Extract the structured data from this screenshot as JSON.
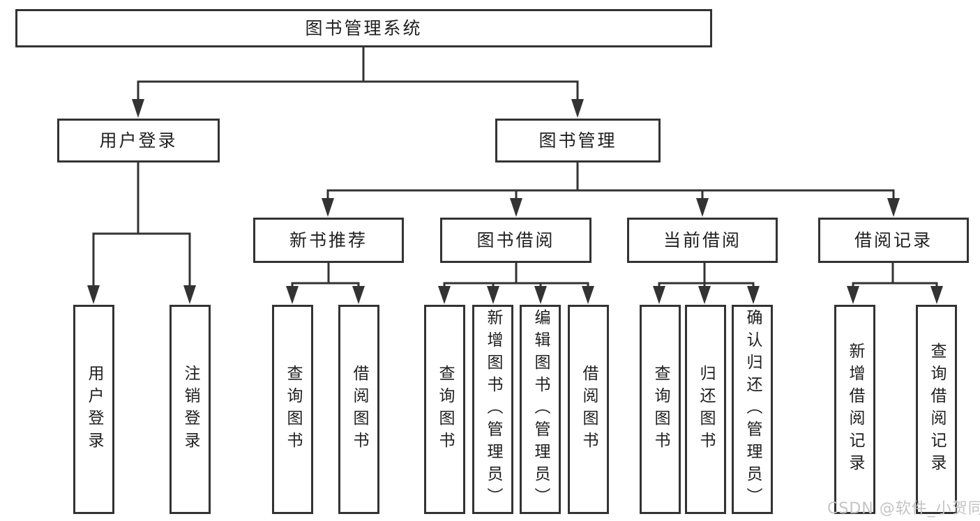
{
  "diagram": {
    "root": {
      "label": "图书管理系统"
    },
    "level2": [
      {
        "label": "用户登录"
      },
      {
        "label": "图书管理"
      }
    ],
    "level3": [
      {
        "label": "新书推荐"
      },
      {
        "label": "图书借阅"
      },
      {
        "label": "当前借阅"
      },
      {
        "label": "借阅记录"
      }
    ],
    "level4": {
      "user_login_children": [
        {
          "label": "用户登录"
        },
        {
          "label": "注销登录"
        }
      ],
      "new_book_children": [
        {
          "label": "查询图书"
        },
        {
          "label": "借阅图书"
        }
      ],
      "book_borrow_children": [
        {
          "label": "查询图书"
        },
        {
          "label": "新增图书（管理员）"
        },
        {
          "label": "编辑图书（管理员）"
        },
        {
          "label": "借阅图书"
        }
      ],
      "current_borrow_children": [
        {
          "label": "查询图书"
        },
        {
          "label": "归还图书"
        },
        {
          "label": "确认归还（管理员）"
        }
      ],
      "borrow_record_children": [
        {
          "label": "新增借阅记录"
        },
        {
          "label": "查询借阅记录"
        }
      ]
    },
    "watermark": "CSDN @软件_小贺同学",
    "colors": {
      "line": "#333333",
      "text": "#1f1f1f",
      "watermark": "#c4c4c4",
      "background": "#ffffff"
    }
  }
}
